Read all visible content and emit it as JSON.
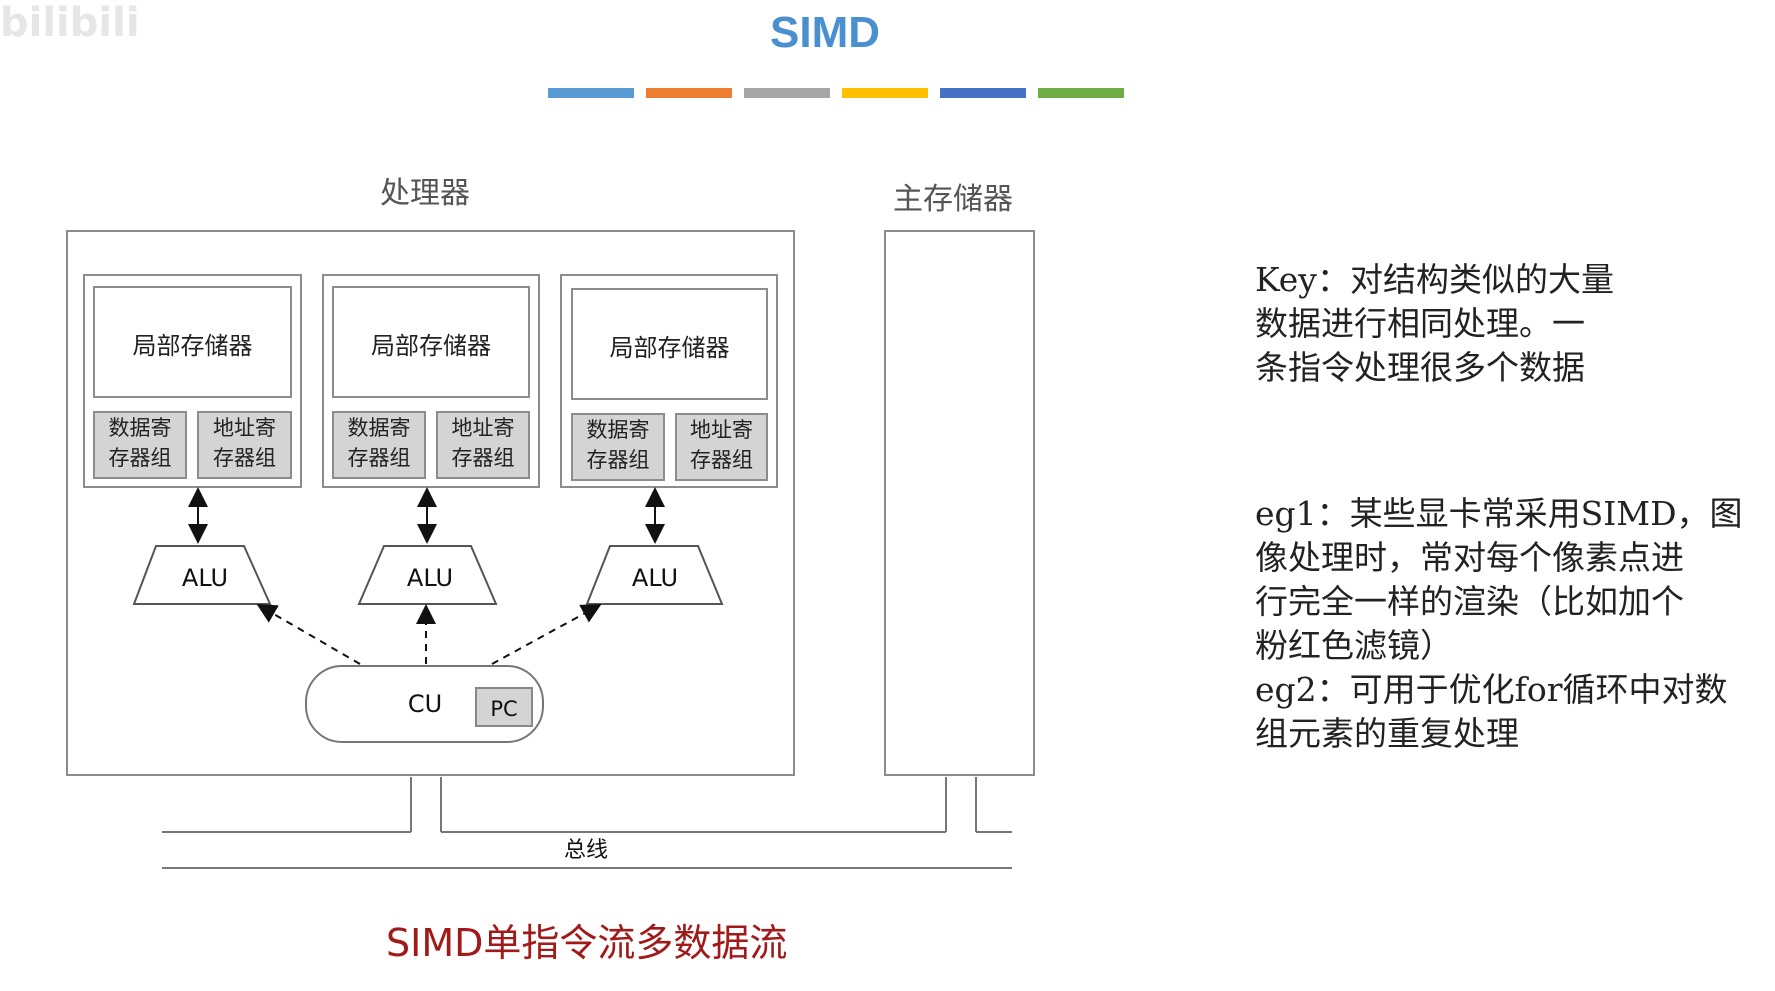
{
  "watermark": "bilibili",
  "title": "SIMD",
  "title_bar_colors": [
    "#5b9bd5",
    "#ed7d31",
    "#a5a5a5",
    "#ffc000",
    "#4472c4",
    "#70ad47"
  ],
  "processor_label": "处理器",
  "memory_label": "主存储器",
  "units": [
    {
      "local_mem": "局部存储器",
      "data_reg": [
        "数据寄",
        "存器组"
      ],
      "addr_reg": [
        "地址寄",
        "存器组"
      ],
      "alu": "ALU"
    },
    {
      "local_mem": "局部存储器",
      "data_reg": [
        "数据寄",
        "存器组"
      ],
      "addr_reg": [
        "地址寄",
        "存器组"
      ],
      "alu": "ALU"
    },
    {
      "local_mem": "局部存储器",
      "data_reg": [
        "数据寄",
        "存器组"
      ],
      "addr_reg": [
        "地址寄",
        "存器组"
      ],
      "alu": "ALU"
    }
  ],
  "cu_label": "CU",
  "pc_label": "PC",
  "bus_label": "总线",
  "subtitle": "SIMD单指令流多数据流",
  "notes": {
    "key": [
      "Key：对结构类似的大量",
      "数据进行相同处理。一",
      "条指令处理很多个数据"
    ],
    "eg1": [
      "eg1：某些显卡常采用SIMD，图",
      "像处理时，常对每个像素点进",
      "行完全一样的渲染（比如加个",
      "粉红色滤镜）"
    ],
    "eg2": [
      "eg2：可用于优化for循环中对数",
      "组元素的重复处理"
    ]
  }
}
